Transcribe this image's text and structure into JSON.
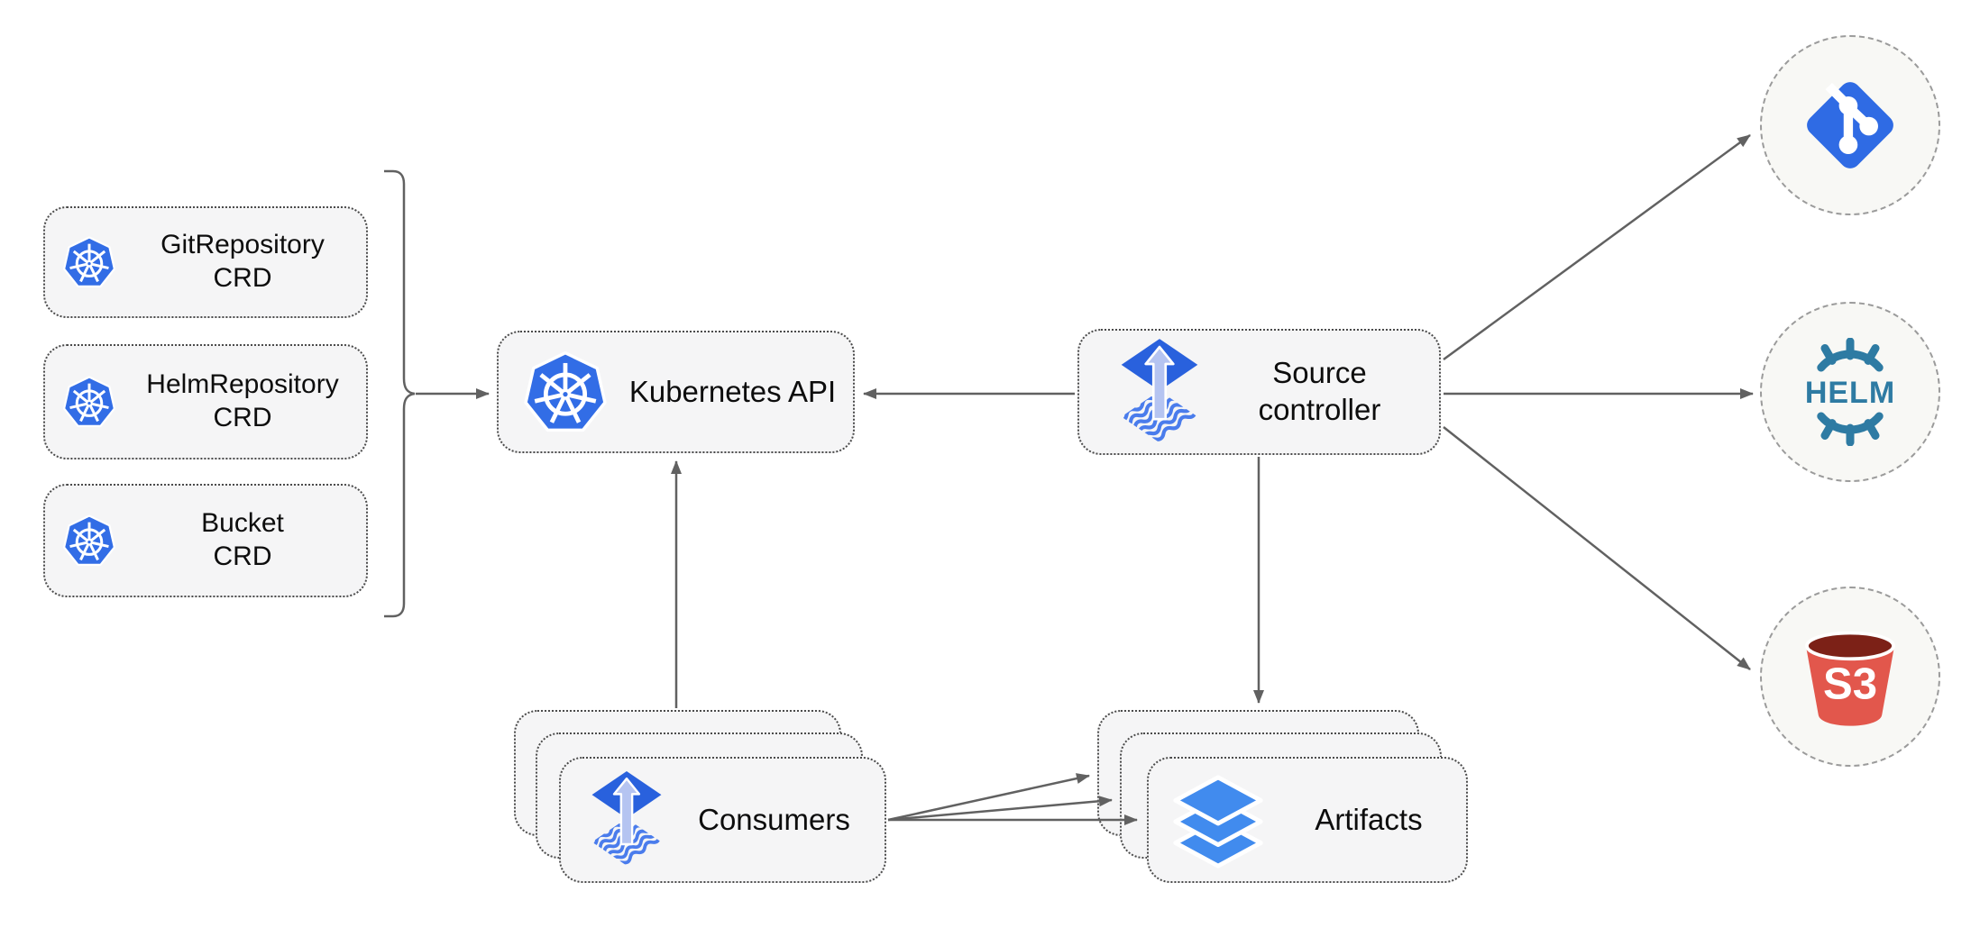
{
  "diagram": {
    "type": "architecture-diagram",
    "nodes": {
      "crd_boxes": [
        {
          "line1": "GitRepository",
          "line2": "CRD",
          "icon": "kubernetes-icon"
        },
        {
          "line1": "HelmRepository",
          "line2": "CRD",
          "icon": "kubernetes-icon"
        },
        {
          "line1": "Bucket",
          "line2": "CRD",
          "icon": "kubernetes-icon"
        }
      ],
      "kubernetes_api": {
        "label": "Kubernetes API",
        "icon": "kubernetes-icon"
      },
      "source_controller": {
        "line1": "Source",
        "line2": "controller",
        "icon": "flux-icon"
      },
      "consumers": {
        "label": "Consumers",
        "icon": "flux-icon",
        "stacked": 3
      },
      "artifacts": {
        "label": "Artifacts",
        "icon": "layers-icon",
        "stacked": 3
      },
      "external_sources": [
        {
          "name": "git",
          "icon": "git-icon",
          "text": ""
        },
        {
          "name": "helm",
          "icon": "helm-icon",
          "text": "HELM"
        },
        {
          "name": "s3",
          "icon": "s3-bucket-icon",
          "text": "S3"
        }
      ]
    },
    "edges": [
      {
        "from": "crd-group-bracket",
        "to": "kubernetes-api"
      },
      {
        "from": "source-controller",
        "to": "kubernetes-api"
      },
      {
        "from": "consumers",
        "to": "kubernetes-api"
      },
      {
        "from": "source-controller",
        "to": "artifacts"
      },
      {
        "from": "source-controller",
        "to": "git-circle"
      },
      {
        "from": "source-controller",
        "to": "helm-circle"
      },
      {
        "from": "source-controller",
        "to": "s3-circle"
      },
      {
        "from": "consumers",
        "to": "artifacts-back"
      },
      {
        "from": "consumers",
        "to": "artifacts-middle"
      },
      {
        "from": "consumers",
        "to": "artifacts-front"
      }
    ],
    "colors": {
      "node_fill": "#f5f5f6",
      "node_border": "#4b4b4b",
      "circle_fill": "#f8f8f5",
      "circle_border": "#9b9b9b",
      "edge": "#616161",
      "kubernetes_blue": "#326de6",
      "flux_blue": "#2961dd",
      "flux_arrow_light": "#b5c4f1",
      "flux_waves": "#4a7cec",
      "git_blue": "#2f6be4",
      "helm_teal": "#2e7ba3",
      "s3_red": "#e2574c",
      "s3_dark_red": "#7c2117",
      "layers_blue": "#418bee"
    }
  }
}
